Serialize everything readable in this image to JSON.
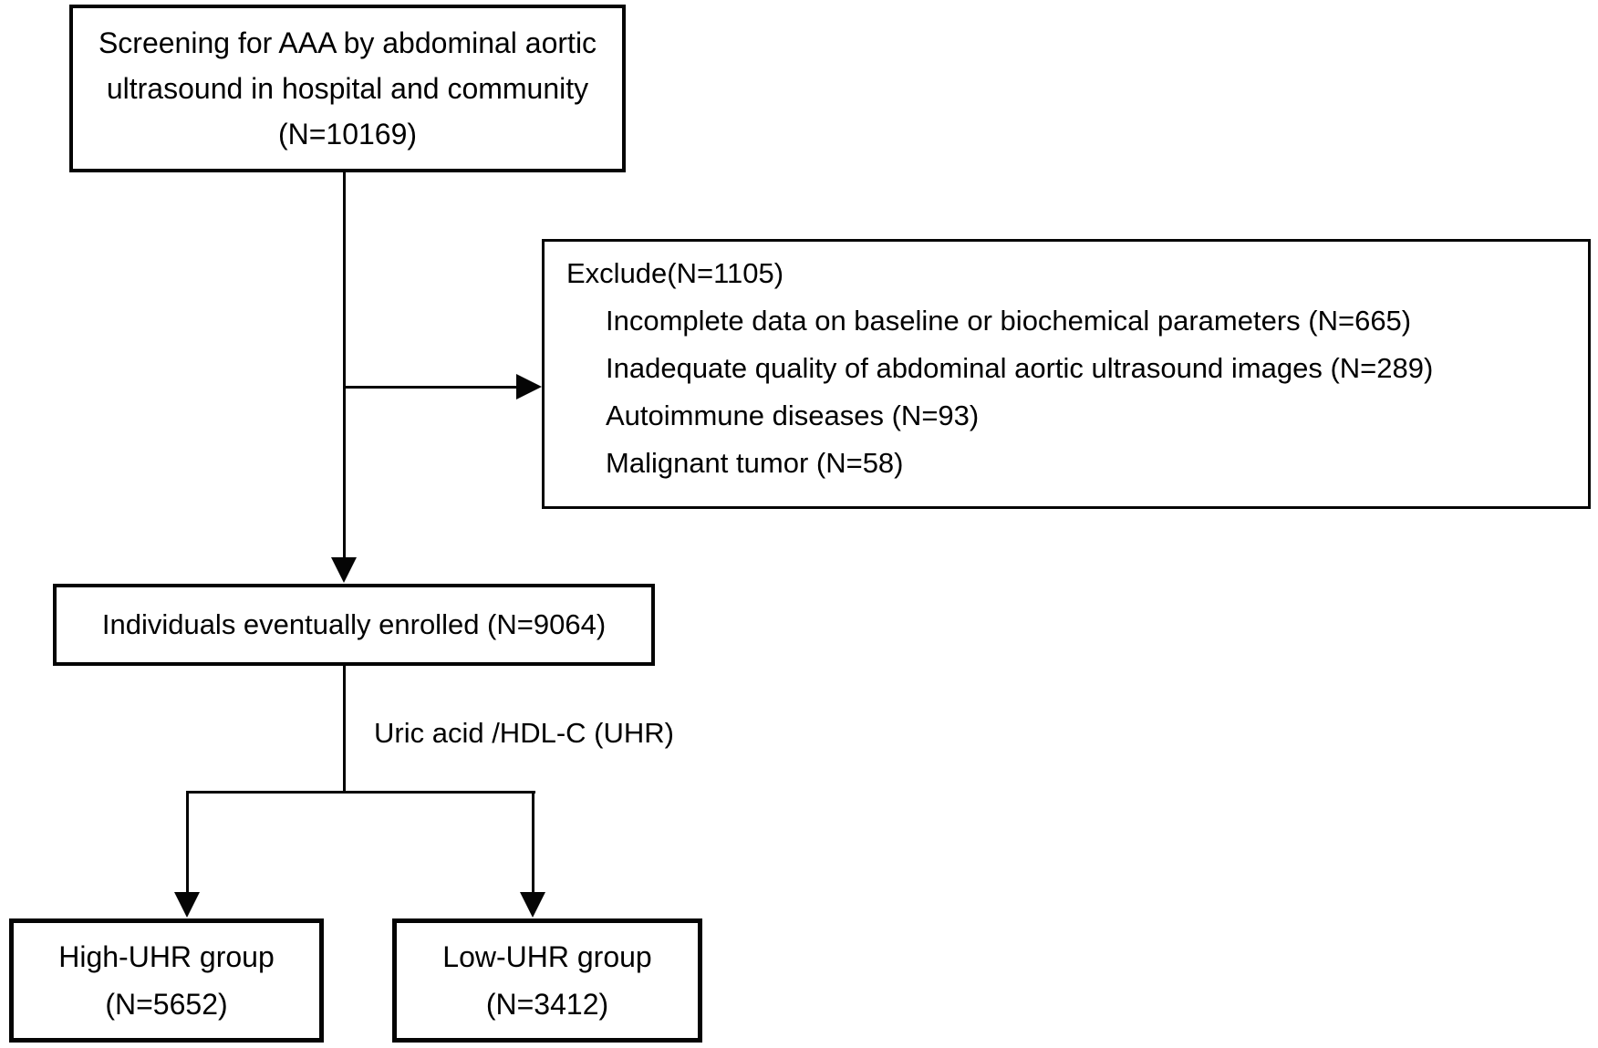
{
  "colors": {
    "ink": "#050505",
    "background": "#ffffff"
  },
  "boxes": {
    "screening": {
      "lines": [
        "Screening for AAA by abdominal aortic",
        "ultrasound in hospital and community",
        "(N=10169)"
      ]
    },
    "exclude": {
      "title": "Exclude(N=1105)",
      "items": [
        "Incomplete data on baseline or biochemical parameters (N=665)",
        "Inadequate quality of abdominal aortic ultrasound images (N=289)",
        "Autoimmune diseases (N=93)",
        "Malignant tumor (N=58)"
      ]
    },
    "enrolled": {
      "label": "Individuals eventually enrolled (N=9064)"
    },
    "high_uhr": {
      "lines": [
        "High-UHR group",
        "(N=5652)"
      ]
    },
    "low_uhr": {
      "lines": [
        "Low-UHR group",
        "(N=3412)"
      ]
    }
  },
  "labels": {
    "split_criterion": "Uric acid /HDL-C (UHR)"
  }
}
